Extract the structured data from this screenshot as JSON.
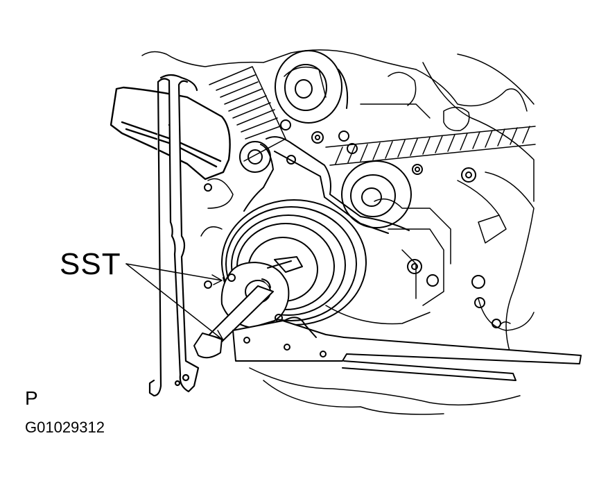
{
  "labels": {
    "sst": "SST",
    "view": "P",
    "code": "G01029312"
  },
  "colors": {
    "line": "#000000",
    "background": "#ffffff"
  }
}
